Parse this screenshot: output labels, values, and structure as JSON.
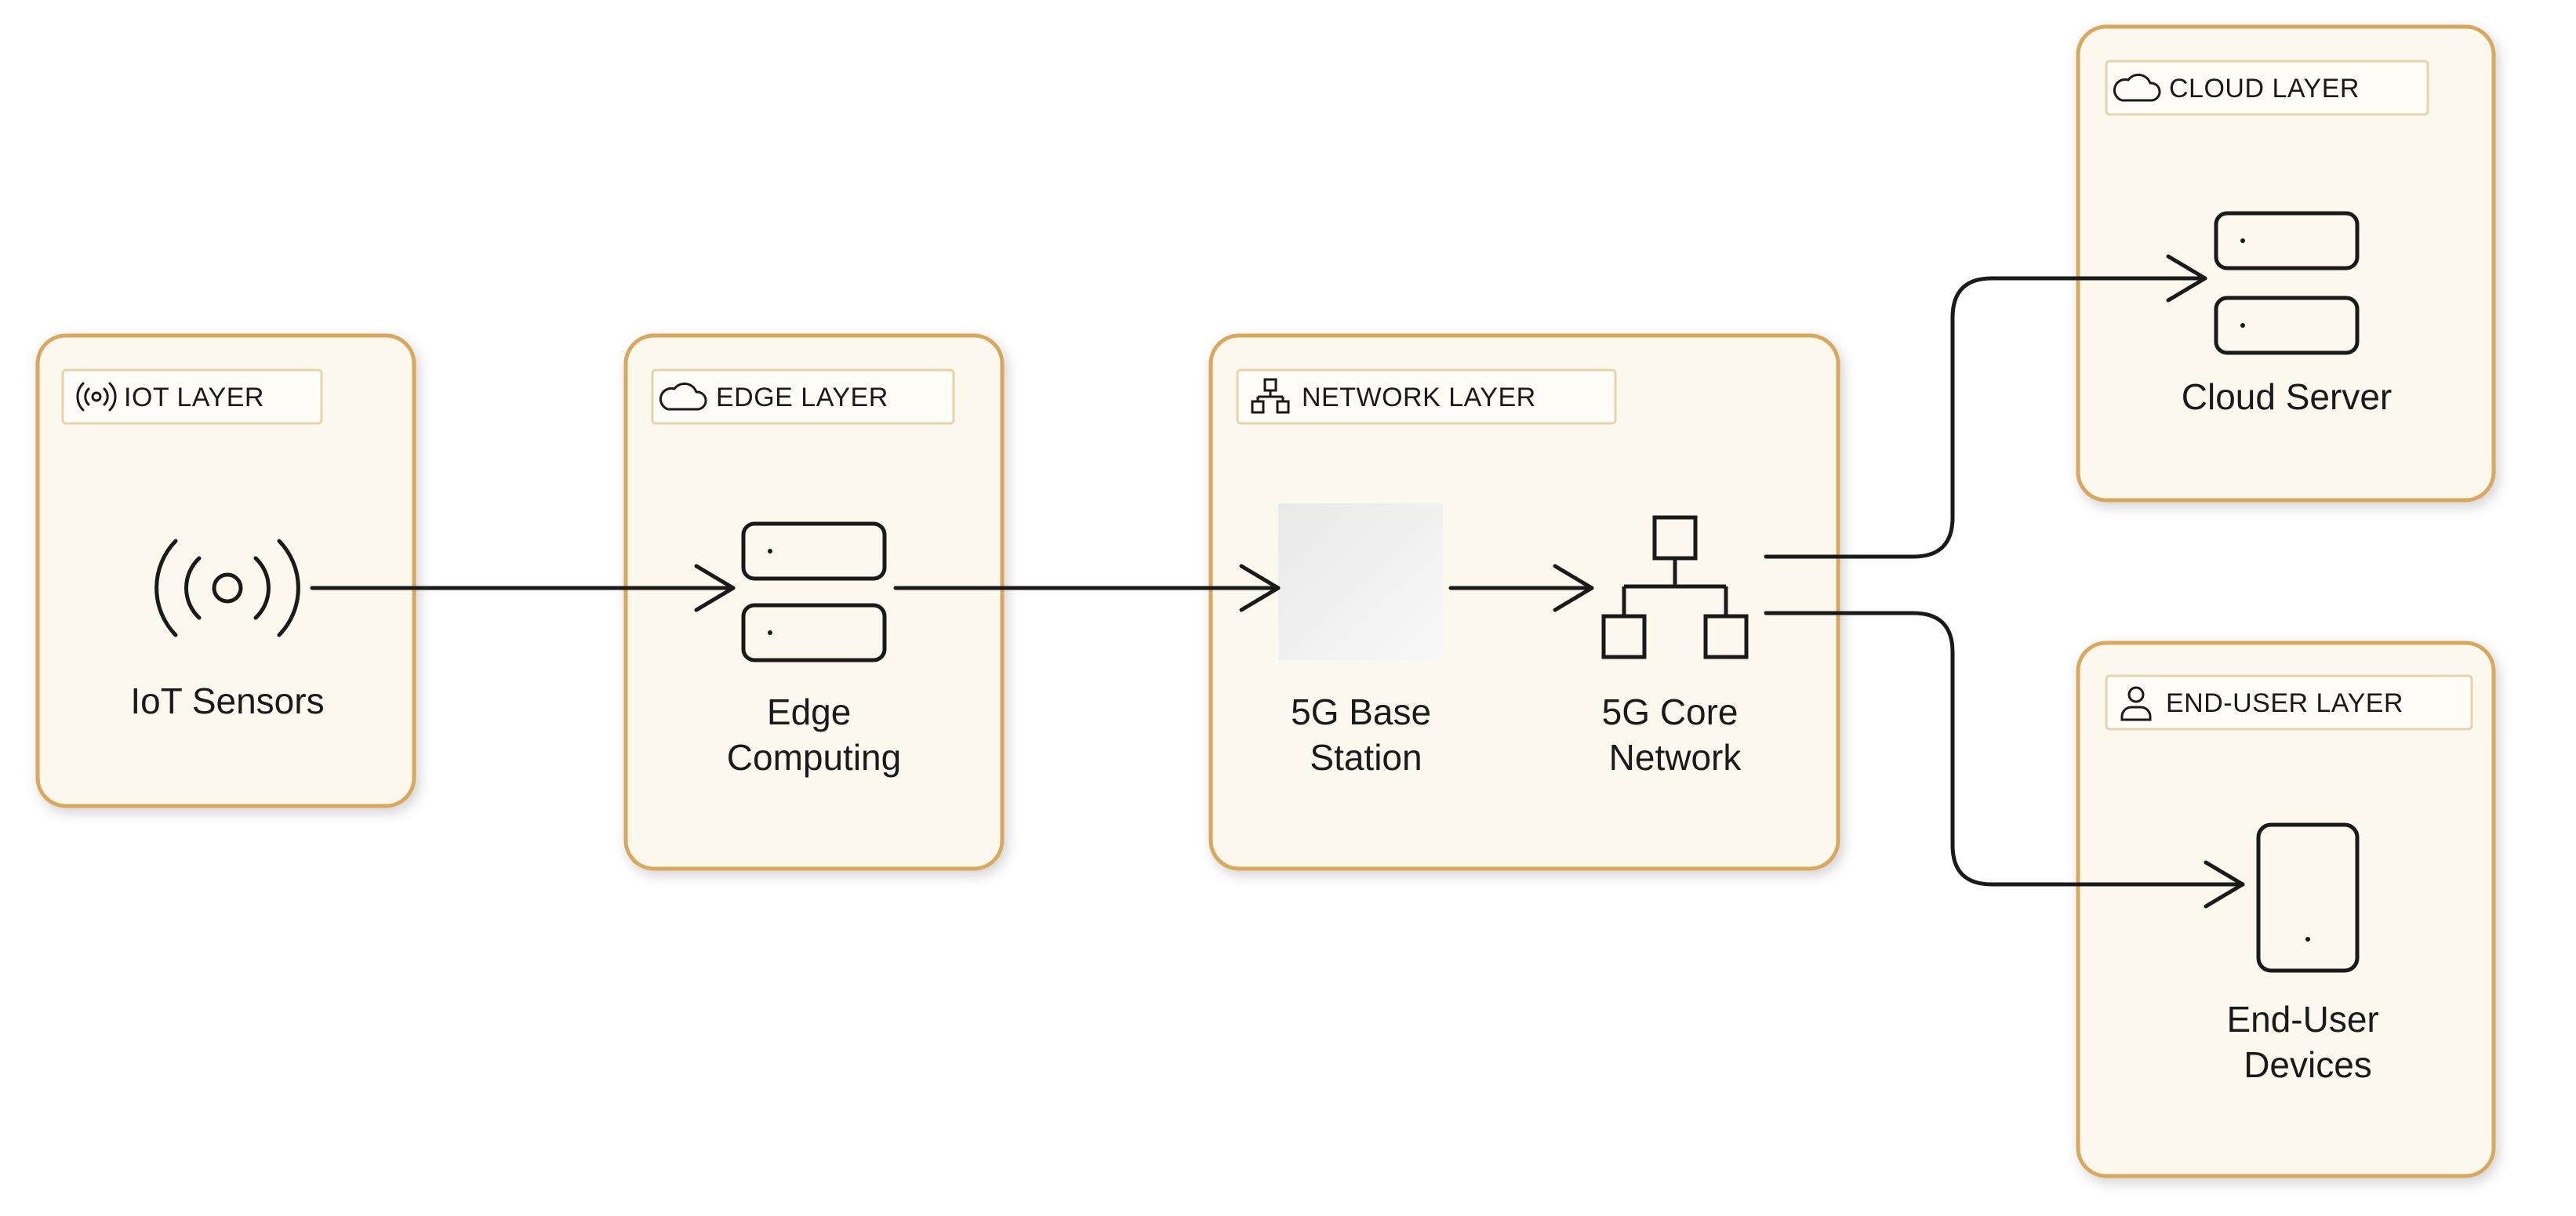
{
  "groups": {
    "iot": {
      "title": "IOT LAYER"
    },
    "edge": {
      "title": "EDGE LAYER"
    },
    "network": {
      "title": "NETWORK LAYER"
    },
    "cloud": {
      "title": "CLOUD LAYER"
    },
    "enduser": {
      "title": "END-USER LAYER"
    }
  },
  "nodes": {
    "iot_sensors": {
      "label_lines": [
        "IoT Sensors"
      ],
      "icon": "sensor-icon"
    },
    "edge_computing": {
      "label_lines": [
        "Edge",
        "Computing"
      ],
      "icon": "server-icon"
    },
    "base_station": {
      "label_lines": [
        "5G Base",
        "Station"
      ],
      "icon": "base-station-image"
    },
    "core_network": {
      "label_lines": [
        "5G Core",
        "Network"
      ],
      "icon": "network-icon"
    },
    "cloud_server": {
      "label_lines": [
        "Cloud Server"
      ],
      "icon": "server-icon"
    },
    "end_user_devices": {
      "label_lines": [
        "End-User",
        "Devices"
      ],
      "icon": "mobile-device-icon"
    }
  },
  "edges": [
    {
      "from": "IoT Sensors",
      "to": "Edge Computing"
    },
    {
      "from": "Edge Computing",
      "to": "5G Base Station"
    },
    {
      "from": "5G Base Station",
      "to": "5G Core Network"
    },
    {
      "from": "5G Core Network",
      "to": "Cloud Server"
    },
    {
      "from": "5G Core Network",
      "to": "End-User Devices"
    }
  ],
  "colors": {
    "group_fill": "#fcf8ee",
    "group_border": "#d9a85b",
    "title_tab_fill": "#fefcf6",
    "title_tab_border": "#e6d3ae",
    "stroke": "#1a1a1a"
  }
}
